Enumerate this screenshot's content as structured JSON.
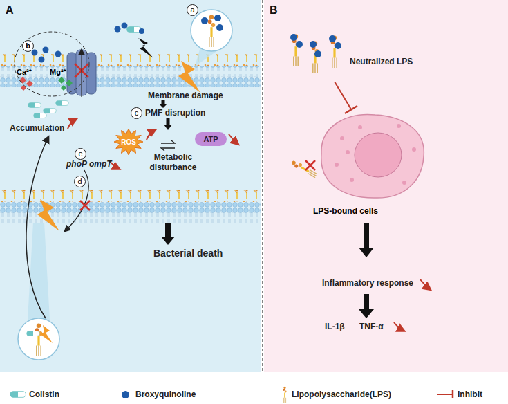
{
  "diagram": {
    "nodes": [
      {
        "text": [
          "A"
        ]
      },
      {
        "text": [
          "a"
        ],
        "in": 0
      },
      {
        "text": [
          "Ca²⁺",
          "Mg²⁺"
        ],
        "in": 0
      },
      {
        "text": [
          "b"
        ],
        "in": 2
      },
      {
        "text": [
          "c"
        ],
        "in": 0
      },
      {
        "text": [
          "ROS"
        ],
        "in": 0
      },
      {
        "text": [
          "ATP"
        ],
        "in": 0
      },
      {
        "text": [
          "e"
        ],
        "in": 0
      },
      {
        "text": [
          "d"
        ],
        "in": 0
      },
      {
        "text": [
          "B"
        ]
      },
      {
        "text": [
          "LPS-bound cells"
        ],
        "in": 9
      }
    ],
    "labels": [
      "Membrane damage",
      "PMF disruption",
      "Metabolic disturbance",
      "Accumulation",
      "phoP ompT",
      "Bacterial death",
      "Neutralized LPS",
      "Inflammatory response",
      "IL-1β",
      "TNF-α"
    ],
    "legend": [
      {
        "text": "Colistin"
      },
      {
        "text": "Broxyquinoline",
        "color": "#1e5aa8"
      },
      {
        "text": "Lipopolysaccharide(LPS)"
      },
      {
        "text": "Inhibit"
      }
    ]
  }
}
